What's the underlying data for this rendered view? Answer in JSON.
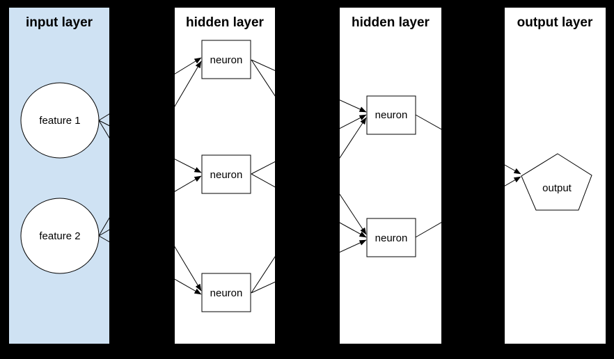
{
  "diagram": {
    "type": "neural-network",
    "colors": {
      "background": "#000000",
      "panel_fill": "#ffffff",
      "input_panel_fill": "#cfe2f3",
      "node_fill": "#ffffff",
      "stroke": "#000000"
    },
    "layers": [
      {
        "title": "input layer",
        "node_shape": "ellipse",
        "nodes": [
          {
            "label": "feature 1"
          },
          {
            "label": "feature 2"
          }
        ]
      },
      {
        "title": "hidden layer",
        "node_shape": "rectangle",
        "nodes": [
          {
            "label": "neuron"
          },
          {
            "label": "neuron"
          },
          {
            "label": "neuron"
          }
        ]
      },
      {
        "title": "hidden layer",
        "node_shape": "rectangle",
        "nodes": [
          {
            "label": "neuron"
          },
          {
            "label": "neuron"
          }
        ]
      },
      {
        "title": "output layer",
        "node_shape": "pentagon",
        "nodes": [
          {
            "label": "output"
          }
        ]
      }
    ],
    "connections": [
      {
        "from": "input.feature 1",
        "to": "hidden1.neuron.0"
      },
      {
        "from": "input.feature 1",
        "to": "hidden1.neuron.1"
      },
      {
        "from": "input.feature 1",
        "to": "hidden1.neuron.2"
      },
      {
        "from": "input.feature 2",
        "to": "hidden1.neuron.0"
      },
      {
        "from": "input.feature 2",
        "to": "hidden1.neuron.1"
      },
      {
        "from": "input.feature 2",
        "to": "hidden1.neuron.2"
      },
      {
        "from": "hidden1.neuron.0",
        "to": "hidden2.neuron.0"
      },
      {
        "from": "hidden1.neuron.0",
        "to": "hidden2.neuron.1"
      },
      {
        "from": "hidden1.neuron.1",
        "to": "hidden2.neuron.0"
      },
      {
        "from": "hidden1.neuron.1",
        "to": "hidden2.neuron.1"
      },
      {
        "from": "hidden1.neuron.2",
        "to": "hidden2.neuron.0"
      },
      {
        "from": "hidden1.neuron.2",
        "to": "hidden2.neuron.1"
      },
      {
        "from": "hidden2.neuron.0",
        "to": "output.output"
      },
      {
        "from": "hidden2.neuron.1",
        "to": "output.output"
      }
    ]
  }
}
